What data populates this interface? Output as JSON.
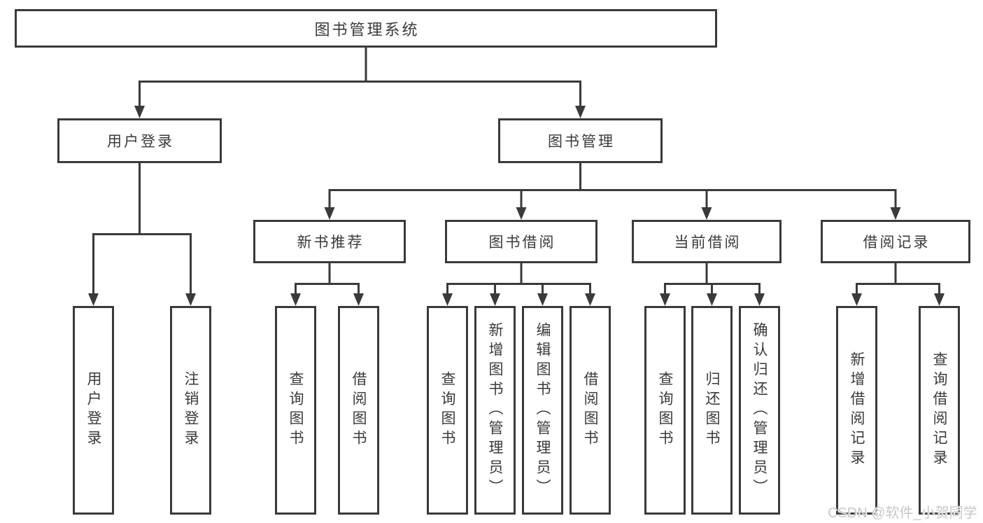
{
  "colors": {
    "line": "#3a3a3a",
    "text": "#3a3a3a",
    "box_background": "#ffffff",
    "page_background": "#ffffff",
    "watermark": "#c8c8c8"
  },
  "tree": {
    "root": {
      "label": "图书管理系统"
    },
    "branches": [
      {
        "label": "用户登录",
        "children": [
          {
            "label": "用户登录"
          },
          {
            "label": "注销登录"
          }
        ]
      },
      {
        "label": "图书管理",
        "children": [
          {
            "label": "新书推荐",
            "children": [
              {
                "label": "查询图书"
              },
              {
                "label": "借阅图书"
              }
            ]
          },
          {
            "label": "图书借阅",
            "children": [
              {
                "label": "查询图书"
              },
              {
                "label": "新增图书（管理员）"
              },
              {
                "label": "编辑图书（管理员）"
              },
              {
                "label": "借阅图书"
              }
            ]
          },
          {
            "label": "当前借阅",
            "children": [
              {
                "label": "查询图书"
              },
              {
                "label": "归还图书"
              },
              {
                "label": "确认归还（管理员）"
              }
            ]
          },
          {
            "label": "借阅记录",
            "children": [
              {
                "label": "新增借阅记录"
              },
              {
                "label": "查询借阅记录"
              }
            ]
          }
        ]
      }
    ]
  },
  "watermark": {
    "text": "CSDN @软件_小贺同学"
  }
}
